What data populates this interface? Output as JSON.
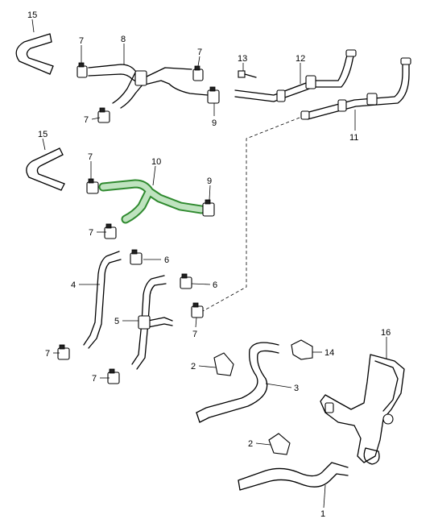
{
  "diagram": {
    "callouts": {
      "c1": "1",
      "c2a": "2",
      "c2b": "2",
      "c3": "3",
      "c4": "4",
      "c5": "5",
      "c6a": "6",
      "c6b": "6",
      "c7a": "7",
      "c7b": "7",
      "c7c": "7",
      "c7d": "7",
      "c7e": "7",
      "c7f": "7",
      "c7g": "7",
      "c7h": "7",
      "c8": "8",
      "c9a": "9",
      "c9b": "9",
      "c10": "10",
      "c11": "11",
      "c12": "12",
      "c13": "13",
      "c14": "14",
      "c15a": "15",
      "c15b": "15",
      "c16": "16"
    },
    "colors": {
      "line": "#000000",
      "highlight": "#2f8a2f",
      "background": "#ffffff"
    }
  }
}
